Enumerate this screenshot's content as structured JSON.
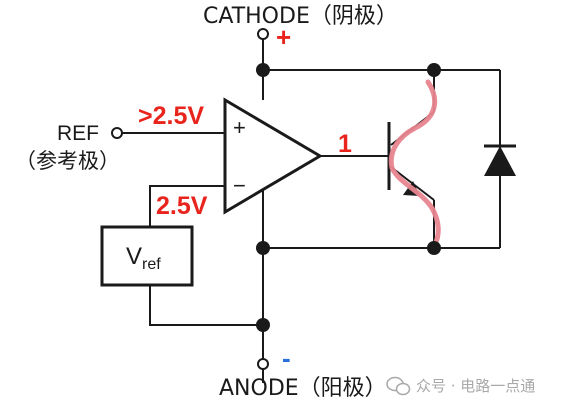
{
  "labels": {
    "cathode": "CATHODE（阴极）",
    "anode": "ANODE（阳极）",
    "ref": "REF",
    "ref_cn": "（参考极）",
    "vref_main": "V",
    "vref_sub": "ref",
    "plus_input": "+",
    "minus_input": "−",
    "cathode_sign": "+",
    "anode_sign": "-",
    "gt_voltage": ">2.5V",
    "voltage": "2.5V",
    "output_level": "1"
  },
  "watermark": "众号 · 电路一点通",
  "colors": {
    "wire": "#1a1a1a",
    "accent_red": "#e8241c",
    "highlight_pink": "#e7858e",
    "watermark": "#9a9a9a"
  },
  "icons": {
    "watermark_logo": "wechat-logo-icon"
  }
}
